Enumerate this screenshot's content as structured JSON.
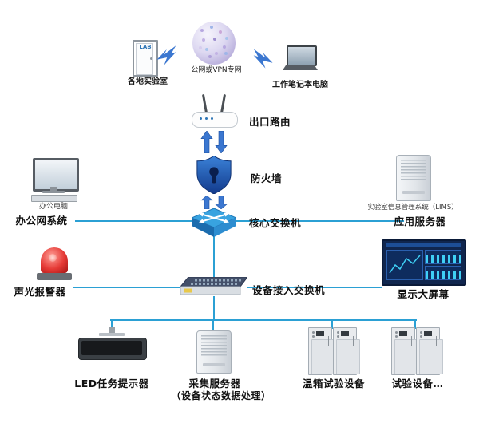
{
  "nodes": {
    "remote_lab": {
      "door_text": "LAB",
      "label": "各地实验室"
    },
    "cloud": {
      "label": "公网或VPN专网"
    },
    "laptop": {
      "label": "工作笔记本电脑"
    },
    "router": {
      "label": "出口路由"
    },
    "firewall": {
      "label": "防火墙"
    },
    "core_switch": {
      "label": "核心交换机"
    },
    "office_pc": {
      "caption": "办公电脑",
      "label": "办公网系统"
    },
    "app_server": {
      "caption": "实验室信息管理系统（LIMS）",
      "label": "应用服务器"
    },
    "access_switch": {
      "label": "设备接入交换机"
    },
    "alarm": {
      "label": "声光报警器"
    },
    "big_screen": {
      "label": "显示大屏幕"
    },
    "led_display": {
      "label": "LED任务提示器"
    },
    "collect_server": {
      "label": "采集服务器",
      "sublabel": "（设备状态数据处理）"
    },
    "chamber": {
      "label": "温箱试验设备"
    },
    "equipment": {
      "label": "试验设备…"
    }
  },
  "colors": {
    "line": "#2ba0d4",
    "arrow": "#3b77d0",
    "label": "#111111"
  }
}
